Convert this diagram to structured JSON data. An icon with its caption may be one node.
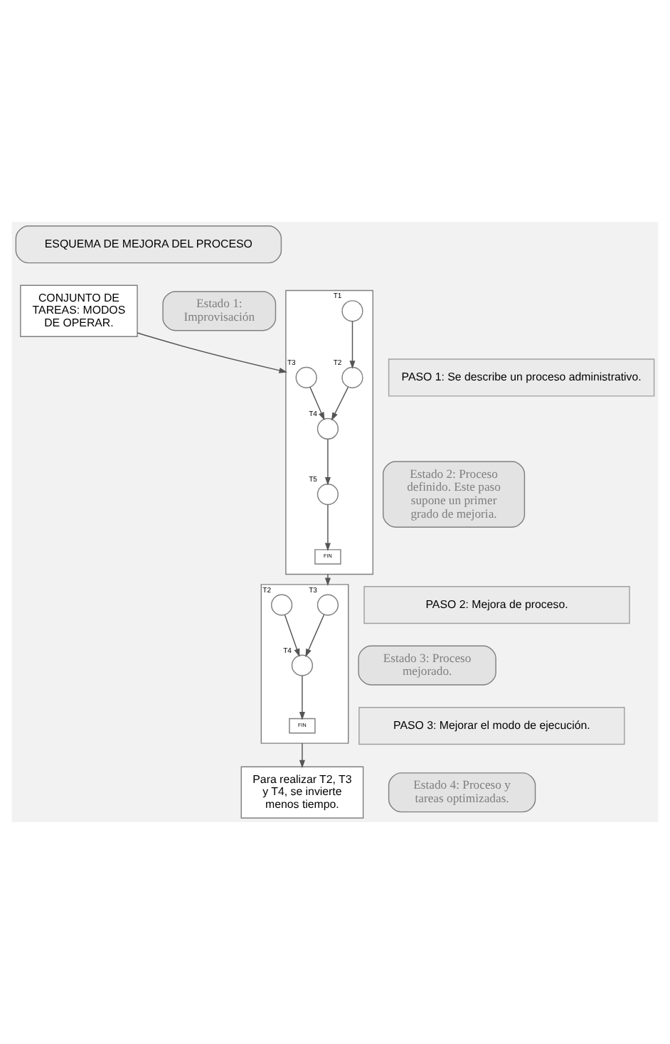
{
  "diagram": {
    "nodes": [
      {
        "text": [
          "ESQUEMA DE MEJORA DEL PROCESO"
        ]
      },
      {
        "text": [
          "CONJUNTO DE TAREAS: MODOS DE OPERAR."
        ]
      },
      {
        "text": [
          "Estado 1: Improvisación"
        ]
      },
      {
        "text": [
          "PASO 1: Se describe un proceso administrativo."
        ]
      },
      {
        "text": [],
        "shape": "box"
      },
      {
        "text": [],
        "shape": "circle",
        "beside": [
          "T3"
        ],
        "in": 4
      },
      {
        "text": [],
        "shape": "circle",
        "beside": [
          "T1"
        ],
        "in": 4
      },
      {
        "text": [],
        "shape": "circle",
        "beside": [
          "T4"
        ],
        "in": 4
      },
      {
        "text": [],
        "shape": "circle",
        "beside": [
          "T2"
        ],
        "in": 4
      },
      {
        "text": [],
        "shape": "circle",
        "beside": [
          "T5"
        ],
        "in": 4
      },
      {
        "text": [
          "FIN"
        ],
        "in": 4
      },
      {
        "text": [
          "Estado 2: Proceso definido. Este paso supone un primer grado de mejoria."
        ]
      },
      {
        "text": [
          "PASO 2: Mejora de proceso."
        ]
      },
      {
        "text": [],
        "shape": "box"
      },
      {
        "text": [],
        "shape": "circle",
        "beside": [
          "T3"
        ],
        "in": 13
      },
      {
        "text": [],
        "shape": "circle",
        "beside": [
          "T4"
        ],
        "in": 13
      },
      {
        "text": [],
        "shape": "circle",
        "beside": [
          "T2"
        ],
        "in": 13
      },
      {
        "text": [
          "FIN"
        ],
        "in": 13
      },
      {
        "text": [
          "Estado 3: Proceso mejorado."
        ]
      },
      {
        "text": [
          "PASO 3: Mejorar el modo de ejecución."
        ]
      },
      {
        "text": [
          "Para realizar T2, T3 y T4, se invierte menos tiempo."
        ]
      },
      {
        "text": [
          "Estado 4: Proceso y tareas optimizadas."
        ]
      }
    ],
    "edges": [
      {
        "from": 1,
        "to": 4,
        "arrow": "to"
      },
      {
        "from": 5,
        "to": 7,
        "arrow": "to"
      },
      {
        "from": 6,
        "to": 8,
        "arrow": "to"
      },
      {
        "from": 8,
        "to": 7,
        "arrow": "to"
      },
      {
        "from": 7,
        "to": 9,
        "arrow": "to"
      },
      {
        "from": 9,
        "to": 10,
        "arrow": "to"
      },
      {
        "from": 4,
        "to": 13,
        "arrow": "to"
      },
      {
        "from": 14,
        "to": 15,
        "arrow": "to"
      },
      {
        "from": 16,
        "to": 15,
        "arrow": "to"
      },
      {
        "from": 15,
        "to": 17,
        "arrow": "to"
      },
      {
        "from": 13,
        "to": 20,
        "arrow": "to"
      }
    ]
  }
}
